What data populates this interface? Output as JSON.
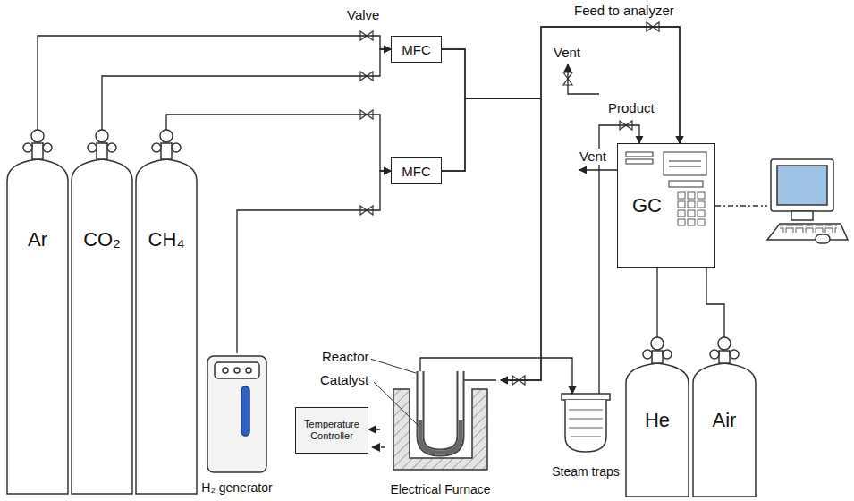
{
  "diagram": {
    "nodes": [
      {
        "text": [
          "Ar"
        ]
      },
      {
        "text": [
          "CO₂"
        ]
      },
      {
        "text": [
          "CH₄"
        ]
      },
      {
        "text": [
          "MFC"
        ]
      },
      {
        "text": [
          "MFC"
        ]
      },
      {
        "text": [
          "GC"
        ]
      },
      {
        "text": [
          "H₂ generator"
        ]
      },
      {
        "text": [
          "Temperature Controller"
        ]
      },
      {
        "text": [
          "Electrical Furnace"
        ]
      },
      {
        "text": [
          "Steam traps"
        ]
      },
      {
        "text": [
          "He"
        ]
      },
      {
        "text": [
          "Air"
        ]
      }
    ],
    "edges": [
      {
        "from": 0,
        "to": 3,
        "arrow": "to"
      },
      {
        "from": 1,
        "to": 3,
        "arrow": "to"
      },
      {
        "from": 2,
        "to": 4,
        "arrow": "to"
      },
      {
        "from": 6,
        "to": 4,
        "arrow": "to"
      },
      {
        "from": 3,
        "to": 8,
        "arrow": "to"
      },
      {
        "from": 4,
        "to": 8,
        "arrow": "to"
      },
      {
        "from": 3,
        "to": 5,
        "arrow": "to"
      },
      {
        "from": 4,
        "to": 5,
        "arrow": "to"
      },
      {
        "from": 8,
        "to": 9,
        "arrow": "to"
      },
      {
        "from": 9,
        "to": 5,
        "arrow": "to"
      },
      {
        "from": 10,
        "to": 5,
        "arrow": "none"
      },
      {
        "from": 11,
        "to": 5,
        "arrow": "none"
      },
      {
        "from": 8,
        "to": 7,
        "arrow": "to"
      }
    ],
    "labels": [
      "Valve",
      "Feed to analyzer",
      "Vent",
      "Product",
      "Vent",
      "Reactor",
      "Catalyst"
    ]
  }
}
